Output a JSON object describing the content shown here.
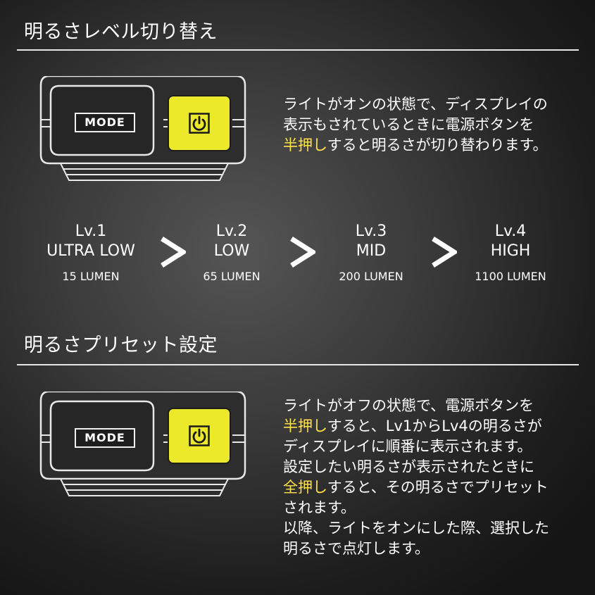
{
  "section1": {
    "title": "明るさレベル切り替え",
    "device_mode_label": "MODE",
    "description": [
      [
        {
          "t": "ライトがオンの状態で、ディスプレイの",
          "h": false
        }
      ],
      [
        {
          "t": "表示もされているときに電源ボタンを",
          "h": false
        }
      ],
      [
        {
          "t": "半押し",
          "h": true
        },
        {
          "t": "すると明るさが切り替わります。",
          "h": false
        }
      ]
    ]
  },
  "levels": [
    {
      "name": "Lv.1",
      "mode": "ULTRA LOW",
      "lumen": "15 LUMEN"
    },
    {
      "name": "Lv.2",
      "mode": "LOW",
      "lumen": "65 LUMEN"
    },
    {
      "name": "Lv.3",
      "mode": "MID",
      "lumen": "200 LUMEN"
    },
    {
      "name": "Lv.4",
      "mode": "HIGH",
      "lumen": "1100 LUMEN"
    }
  ],
  "section2": {
    "title": "明るさプリセット設定",
    "device_mode_label": "MODE",
    "description": [
      [
        {
          "t": "ライトがオフの状態で、電源ボタンを",
          "h": false
        }
      ],
      [
        {
          "t": "半押し",
          "h": true
        },
        {
          "t": "すると、Lv1からLv4の明るさが",
          "h": false
        }
      ],
      [
        {
          "t": "ディスプレイに順番に表示されます。",
          "h": false
        }
      ],
      [
        {
          "t": "設定したい明るさが表示されたときに",
          "h": false
        }
      ],
      [
        {
          "t": "全押し",
          "h": true
        },
        {
          "t": "すると、その明るさでプリセット",
          "h": false
        }
      ],
      [
        {
          "t": "されます。",
          "h": false
        }
      ],
      [
        {
          "t": "以降、ライトをオンにした際、選択した",
          "h": false
        }
      ],
      [
        {
          "t": "明るさで点灯します。",
          "h": false
        }
      ]
    ]
  },
  "colors": {
    "background": "#3a3a3a",
    "button_yellow": "#ece82a",
    "highlight_text": "#ffe14a",
    "text": "#ffffff"
  },
  "icons": {
    "power_button": "power-icon",
    "arrow": "chevron-right-icon"
  }
}
